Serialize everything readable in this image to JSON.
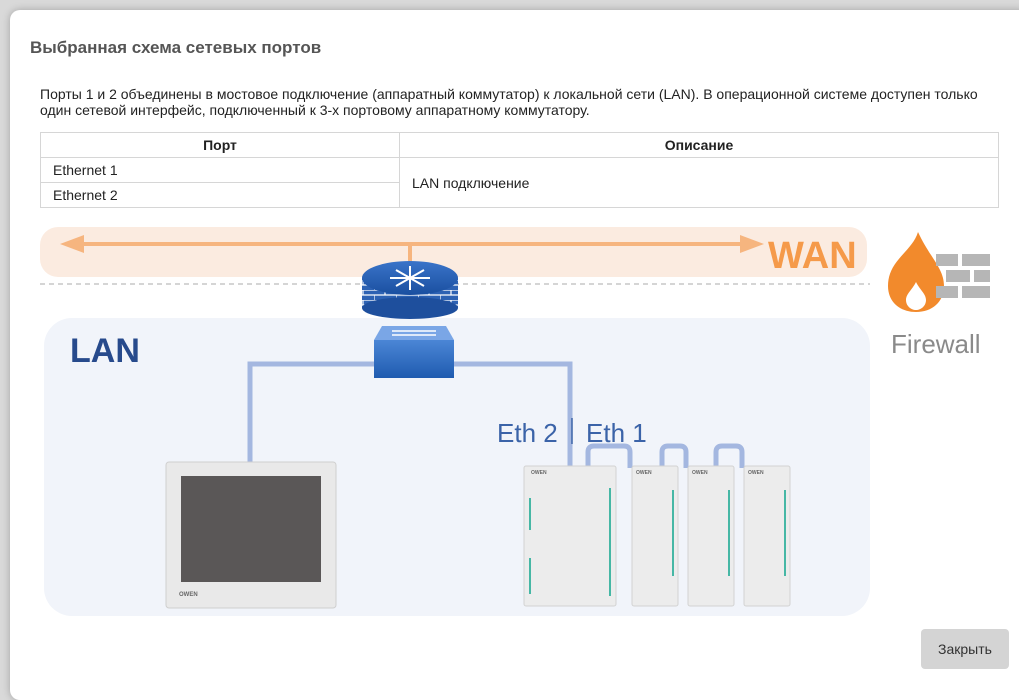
{
  "dialog": {
    "title": "Выбранная схема сетевых портов",
    "description": "Порты 1 и 2 объединены в мостовое подключение (аппаратный коммутатор) к локальной сети (LAN). В операционной системе доступен только один сетевой интерфейс, подключенный к 3-х портовому аппаратному коммутатору.",
    "table": {
      "headers": [
        "Порт",
        "Описание"
      ],
      "rows": [
        {
          "port": "Ethernet 1"
        },
        {
          "port": "Ethernet 2"
        }
      ],
      "description": "LAN подключение"
    },
    "diagram": {
      "wan_label": "WAN",
      "lan_label": "LAN",
      "firewall_label": "Firewall",
      "eth2_label": "Eth 2",
      "eth1_label": "Eth 1",
      "device_brand": "OWEN"
    },
    "close_label": "Закрыть"
  },
  "colors": {
    "wan_band": "#fbebe0",
    "wan_arrow": "#f6b57f",
    "wan_text": "#f59a4a",
    "lan_area": "#f1f4fa",
    "lan_text": "#274a8c",
    "eth_text": "#3b63a8",
    "cable": "#a4b7e0",
    "firewall_flame": "#f28a2c",
    "firewall_brick": "#b6b6b6"
  }
}
